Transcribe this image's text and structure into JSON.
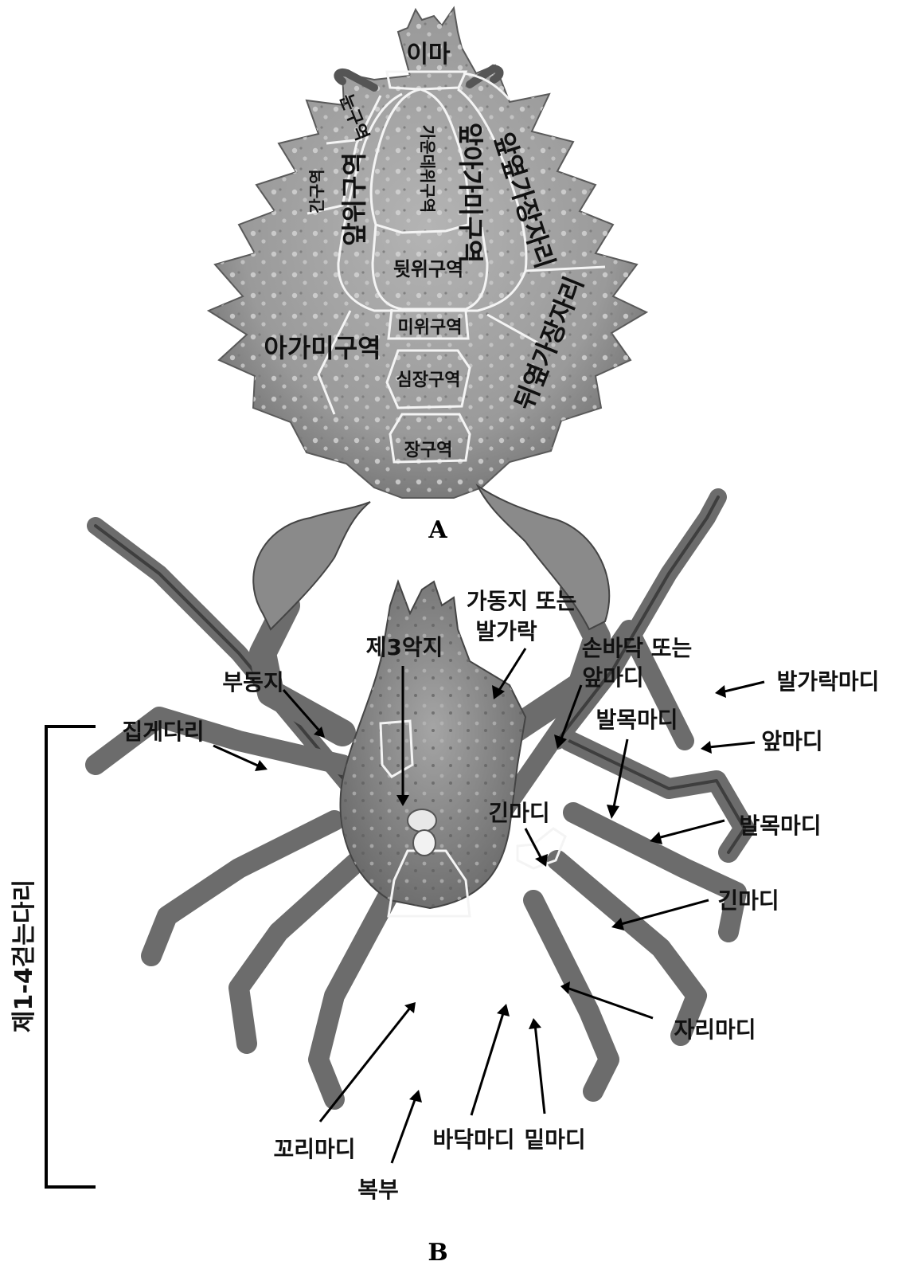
{
  "panels": {
    "a": "A",
    "b": "B"
  },
  "carapace_labels": {
    "front": "이마",
    "eye_region": "눈구역",
    "hepatic": "간구역",
    "protogastric": "앞위구역",
    "mesogastric": "가운데위구역",
    "epibranchial": "앞아가미구역",
    "anterolateral_margin": "앞옆가장자리",
    "metagastric": "뒷위구역",
    "urogastric": "미위구역",
    "branchial": "아가미구역",
    "cardiac": "심장구역",
    "posterolateral_margin": "뒤옆가장자리",
    "intestinal": "장구역"
  },
  "ventral_labels": {
    "dactylus_or_finger": "가동지 또는",
    "dactylus_or_finger_2": "발가락",
    "third_maxilliped": "제3악지",
    "palm_or_propodus": "손바닥 또는",
    "palm_or_propodus_2": "앞마디",
    "dactylus": "발가락마디",
    "fixed_finger": "부동지",
    "cheliped": "집게다리",
    "carpus_cheliped": "발목마디",
    "propodus": "앞마디",
    "merus_cheliped": "긴마디",
    "carpus": "발목마디",
    "merus": "긴마디",
    "ischium": "자리마디",
    "telson": "꼬리마디",
    "coxa": "바닥마디",
    "basis": "밑마디",
    "abdomen": "복부",
    "walking_legs": "제1-4걷는다리"
  }
}
